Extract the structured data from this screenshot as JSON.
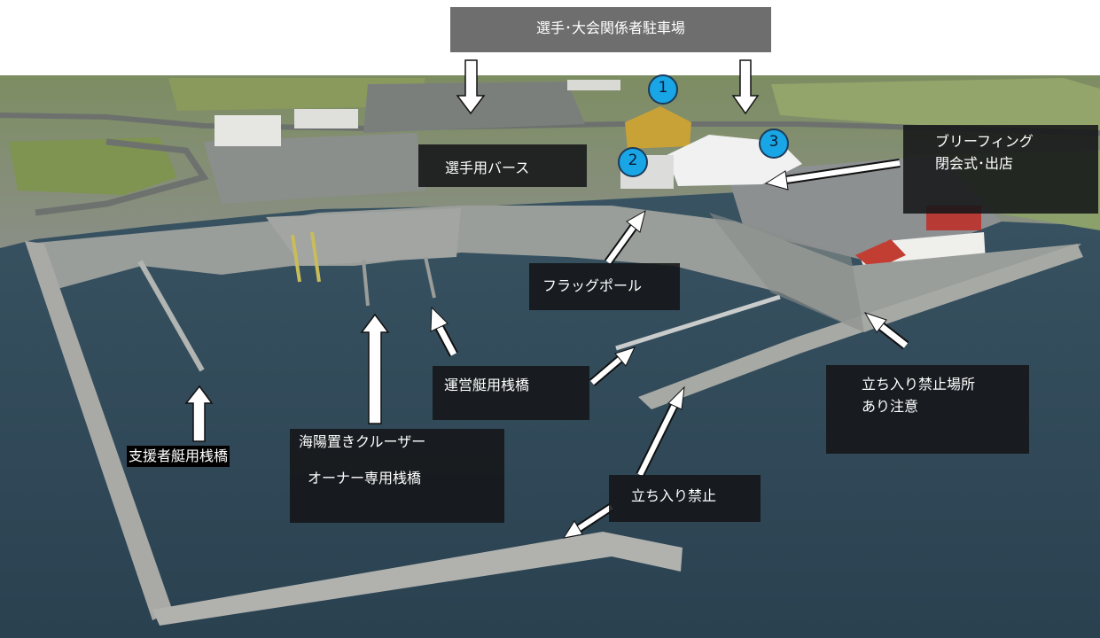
{
  "labels": {
    "parking": "選手･大会関係者駐車場",
    "bus": "選手用バース",
    "briefing_line1": "ブリーフィング",
    "briefing_line2": "閉会式･出店",
    "flagpole": "フラッグポール",
    "ops_pier": "運営艇用桟橋",
    "restricted_line1": "立ち入り禁止場所",
    "restricted_line2": "あり注意",
    "supporter_pier": "支援者艇用桟橋",
    "cruiser_line1": "海陽置きクルーザー",
    "cruiser_line2": "オーナー専用桟橋",
    "no_entry": "立ち入り禁止"
  },
  "markers": [
    "1",
    "2",
    "3"
  ],
  "colors": {
    "sea": "#2f4a5a",
    "label_bg": "#1c1e20",
    "header_bg": "#6e6e6e",
    "marker": "#19a6e6",
    "arrow": "#ffffff"
  }
}
